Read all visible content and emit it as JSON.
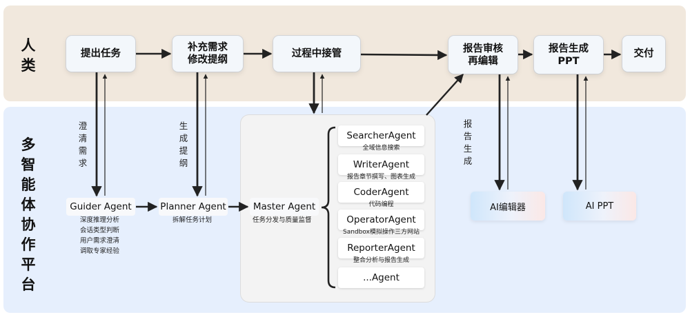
{
  "bands": {
    "human": "人类",
    "agent": "多智能体协作平台"
  },
  "human_steps": {
    "submit": "提出任务",
    "supplement": "补充需求\n修改提纲",
    "takeover": "过程中接管",
    "review": "报告审核\n再编辑",
    "generate_ppt": "报告生成\nPPT",
    "deliver": "交付"
  },
  "flow_labels": {
    "clarify": "澄清需求",
    "gen_outline": "生成提纲",
    "gen_report": "报告生成"
  },
  "platform_agents": {
    "guider": {
      "name": "Guider Agent",
      "desc": [
        "深度推理分析",
        "会话类型判断",
        "用户需求澄清",
        "调取专家经验"
      ]
    },
    "planner": {
      "name": "Planner Agent",
      "desc": [
        "拆解任务计划"
      ]
    },
    "master": {
      "name": "Master Agent",
      "desc": [
        "任务分发与质量监督"
      ]
    }
  },
  "sub_agents": [
    {
      "name": "SearcherAgent",
      "desc": "全域信息搜索"
    },
    {
      "name": "WriterAgent",
      "desc": "报告章节撰写、图表生成"
    },
    {
      "name": "CoderAgent",
      "desc": "代码编程"
    },
    {
      "name": "OperatorAgent",
      "desc": "Sandbox模拟操作三方网站"
    },
    {
      "name": "ReporterAgent",
      "desc": "整合分析与报告生成"
    },
    {
      "name": "...Agent",
      "desc": ""
    }
  ],
  "tools": {
    "ai_editor": "AI编辑器",
    "ai_ppt": "AI PPT"
  },
  "colors": {
    "human_band": "#f1e8dd",
    "agent_band": "#e6effd",
    "arrow": "#222222"
  }
}
